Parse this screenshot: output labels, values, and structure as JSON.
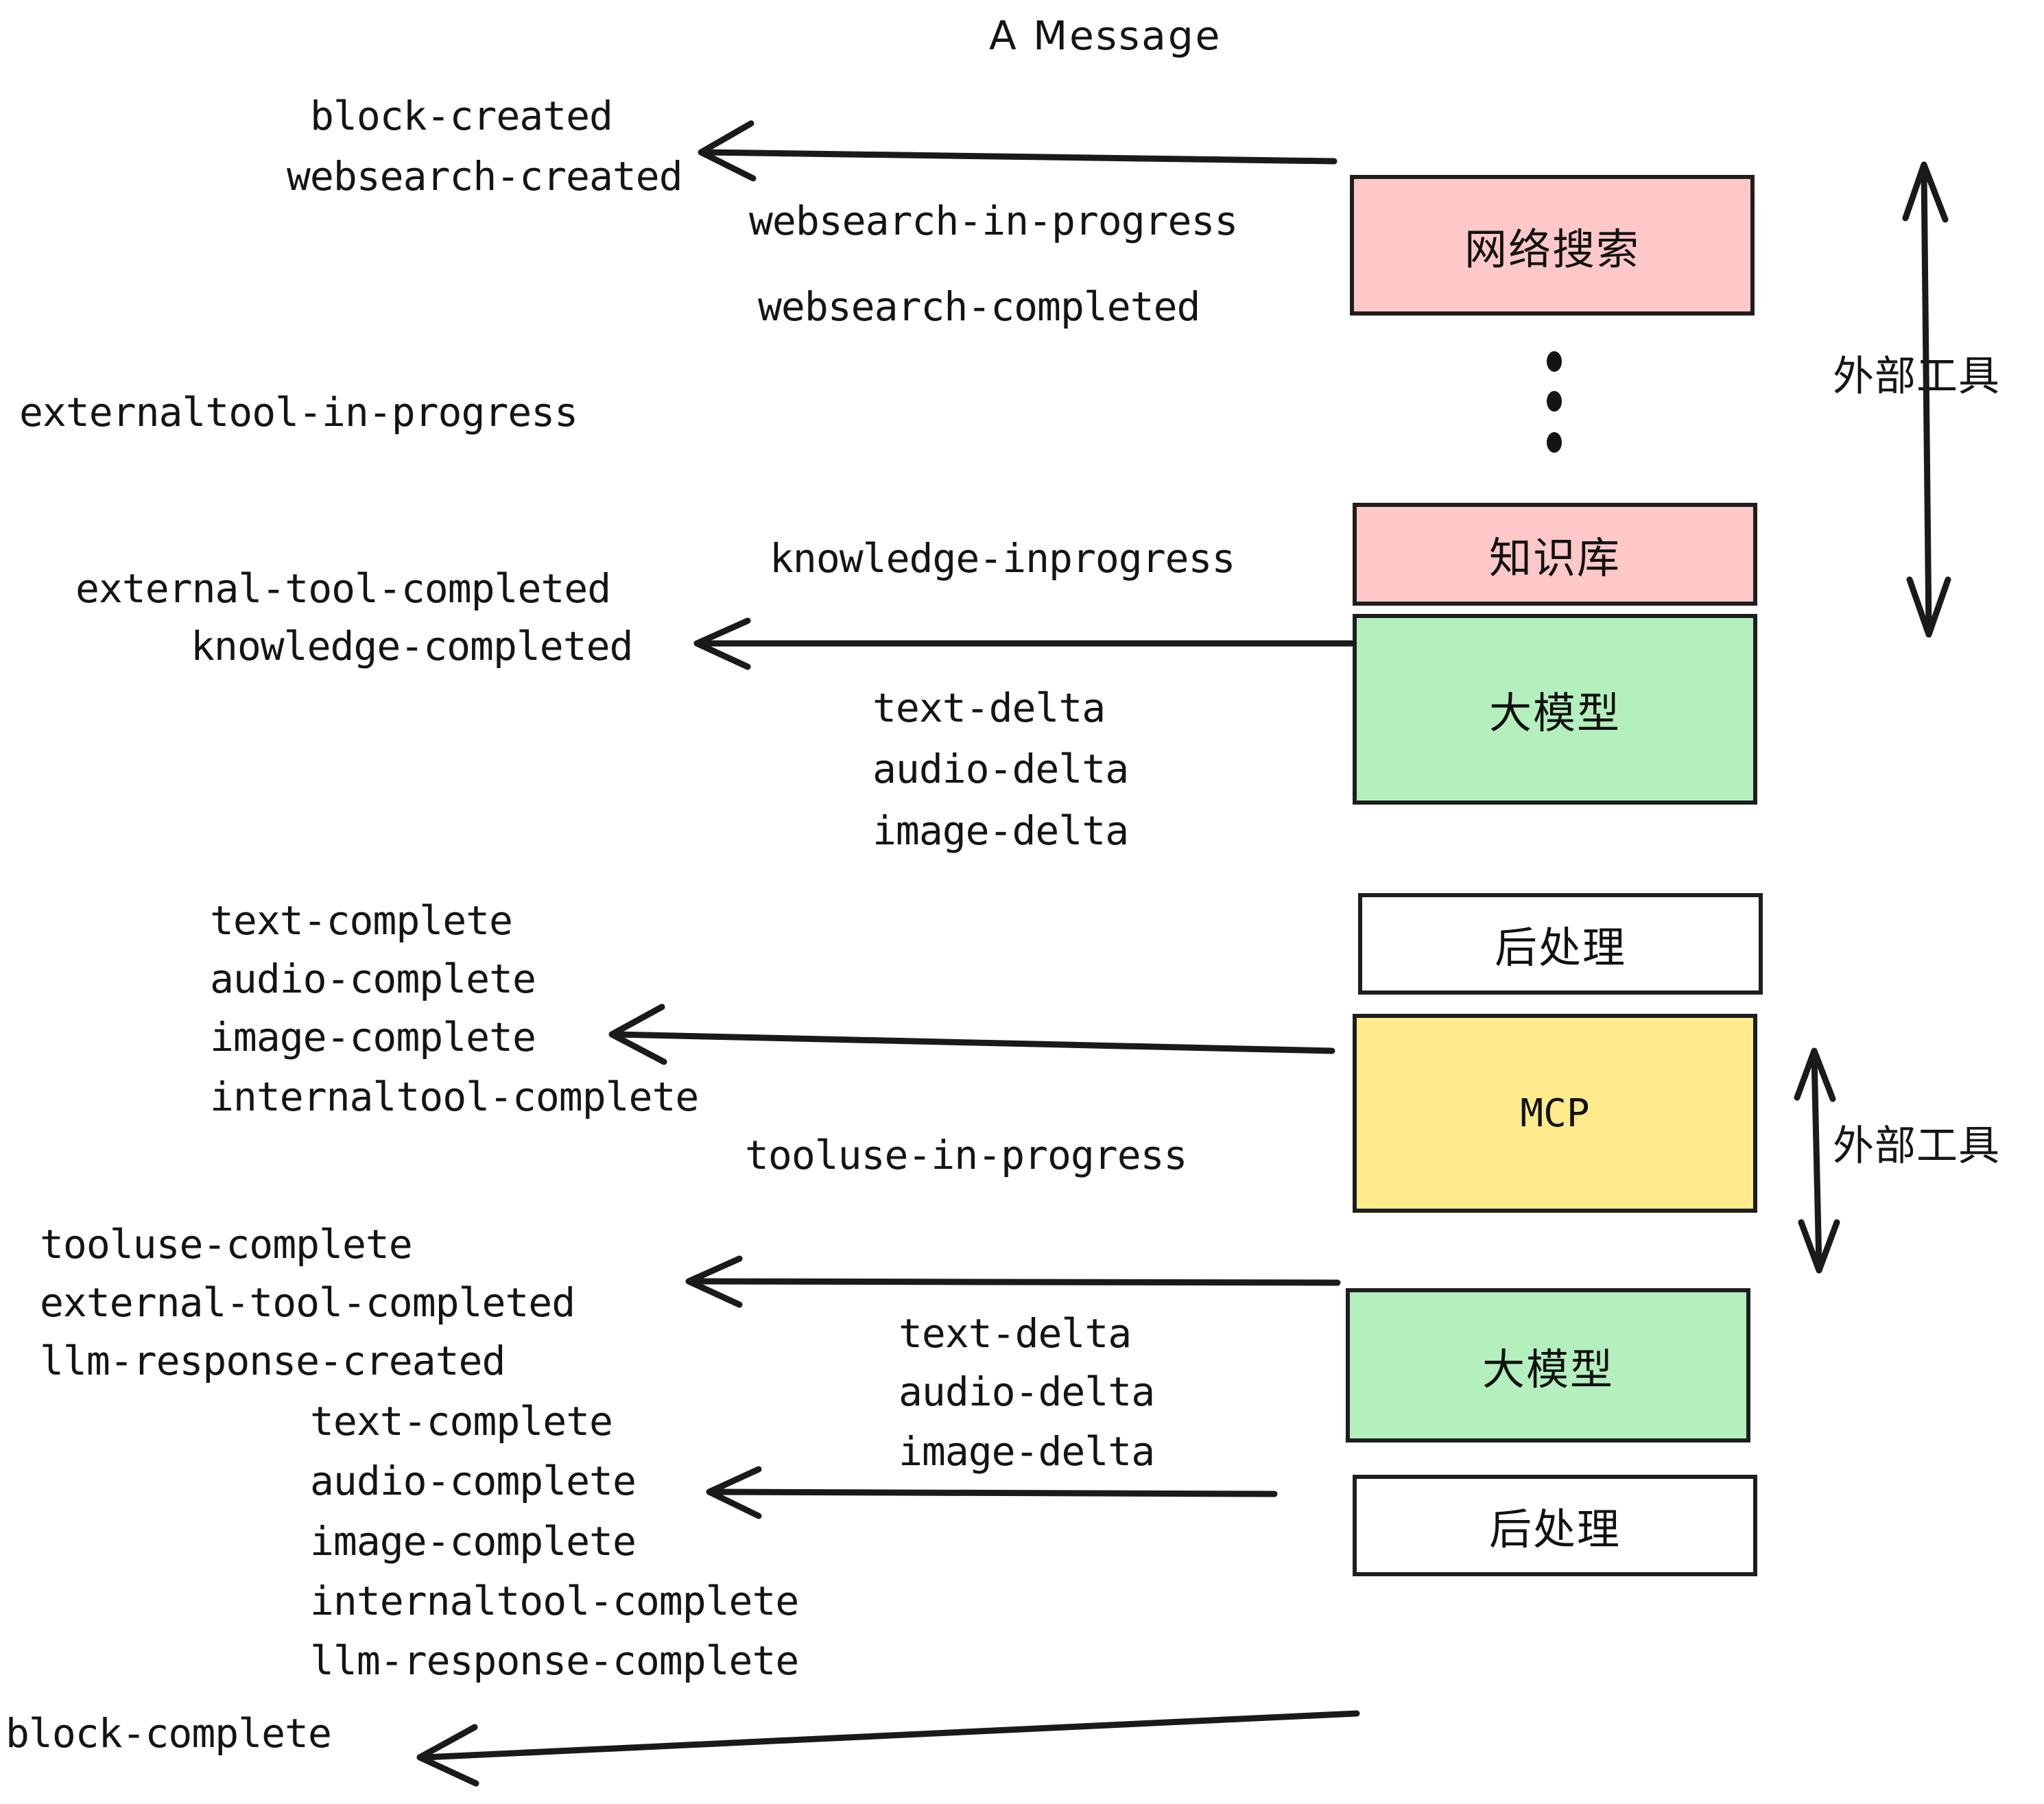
{
  "diagram": {
    "title": "A Message",
    "colors": {
      "pink": "#FFC8C8",
      "green": "#B4F0BE",
      "yellow": "#FFEB8C",
      "white": "#FFFFFF",
      "stroke": "#1E1E1E",
      "text": "#141414"
    },
    "boxes": [
      {
        "id": "websearch",
        "label": "网络搜索",
        "fill": "pink"
      },
      {
        "id": "knowledge",
        "label": "知识库",
        "fill": "pink"
      },
      {
        "id": "llm-1",
        "label": "大模型",
        "fill": "green"
      },
      {
        "id": "postprocess-1",
        "label": "后处理",
        "fill": "white"
      },
      {
        "id": "mcp",
        "label": "MCP",
        "fill": "yellow"
      },
      {
        "id": "llm-2",
        "label": "大模型",
        "fill": "green"
      },
      {
        "id": "postprocess-2",
        "label": "后处理",
        "fill": "white"
      }
    ],
    "side_labels": [
      {
        "id": "external-tools-top",
        "label": "外部工具"
      },
      {
        "id": "external-tools-bottom",
        "label": "外部工具"
      }
    ],
    "events": [
      {
        "id": "block-created",
        "text": "block-created"
      },
      {
        "id": "websearch-created",
        "text": "websearch-created"
      },
      {
        "id": "websearch-in-progress",
        "text": "websearch-in-progress"
      },
      {
        "id": "websearch-completed",
        "text": "websearch-completed"
      },
      {
        "id": "externaltool-in-progress",
        "text": "externaltool-in-progress"
      },
      {
        "id": "knowledge-inprogress",
        "text": "knowledge-inprogress"
      },
      {
        "id": "external-tool-completed-1",
        "text": "external-tool-completed"
      },
      {
        "id": "knowledge-completed",
        "text": "knowledge-completed"
      },
      {
        "id": "text-delta-1",
        "text": "text-delta"
      },
      {
        "id": "audio-delta-1",
        "text": "audio-delta"
      },
      {
        "id": "image-delta-1",
        "text": "image-delta"
      },
      {
        "id": "text-complete-1",
        "text": "text-complete"
      },
      {
        "id": "audio-complete-1",
        "text": "audio-complete"
      },
      {
        "id": "image-complete-1",
        "text": "image-complete"
      },
      {
        "id": "internaltool-complete-1",
        "text": "internaltool-complete"
      },
      {
        "id": "tooluse-in-progress",
        "text": "tooluse-in-progress"
      },
      {
        "id": "tooluse-complete",
        "text": "tooluse-complete"
      },
      {
        "id": "external-tool-completed-2",
        "text": "external-tool-completed"
      },
      {
        "id": "llm-response-created",
        "text": "llm-response-created"
      },
      {
        "id": "text-complete-2",
        "text": "text-complete"
      },
      {
        "id": "audio-complete-2",
        "text": "audio-complete"
      },
      {
        "id": "image-complete-2",
        "text": "image-complete"
      },
      {
        "id": "internaltool-complete-2",
        "text": "internaltool-complete"
      },
      {
        "id": "llm-response-complete",
        "text": "llm-response-complete"
      },
      {
        "id": "block-complete",
        "text": "block-complete"
      },
      {
        "id": "text-delta-2",
        "text": "text-delta"
      },
      {
        "id": "audio-delta-2",
        "text": "audio-delta"
      },
      {
        "id": "image-delta-2",
        "text": "image-delta"
      }
    ]
  }
}
